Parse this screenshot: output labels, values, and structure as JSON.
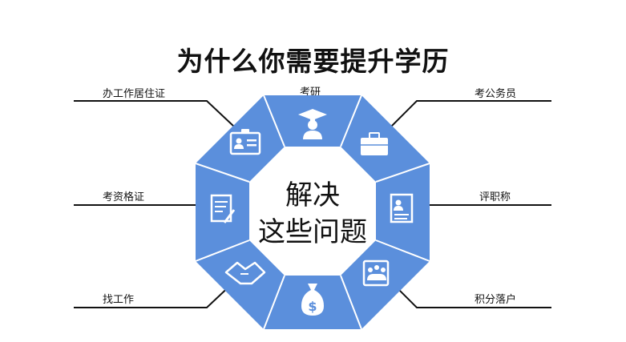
{
  "title": "为什么你需要提升学历",
  "center": {
    "line1": "解决",
    "line2": "这些问题"
  },
  "labels": {
    "office_residence": "办工作居住证",
    "postgrad_exam": "考研",
    "civil_service": "考公务员",
    "qualification": "考资格证",
    "professional_title": "评职称",
    "find_job": "找工作",
    "points_settlement": "积分落户"
  },
  "colors": {
    "octagon_blue": "#5b8fdc",
    "segment_line": "#ffffff",
    "icon_white": "#ffffff",
    "connector": "#111111"
  }
}
